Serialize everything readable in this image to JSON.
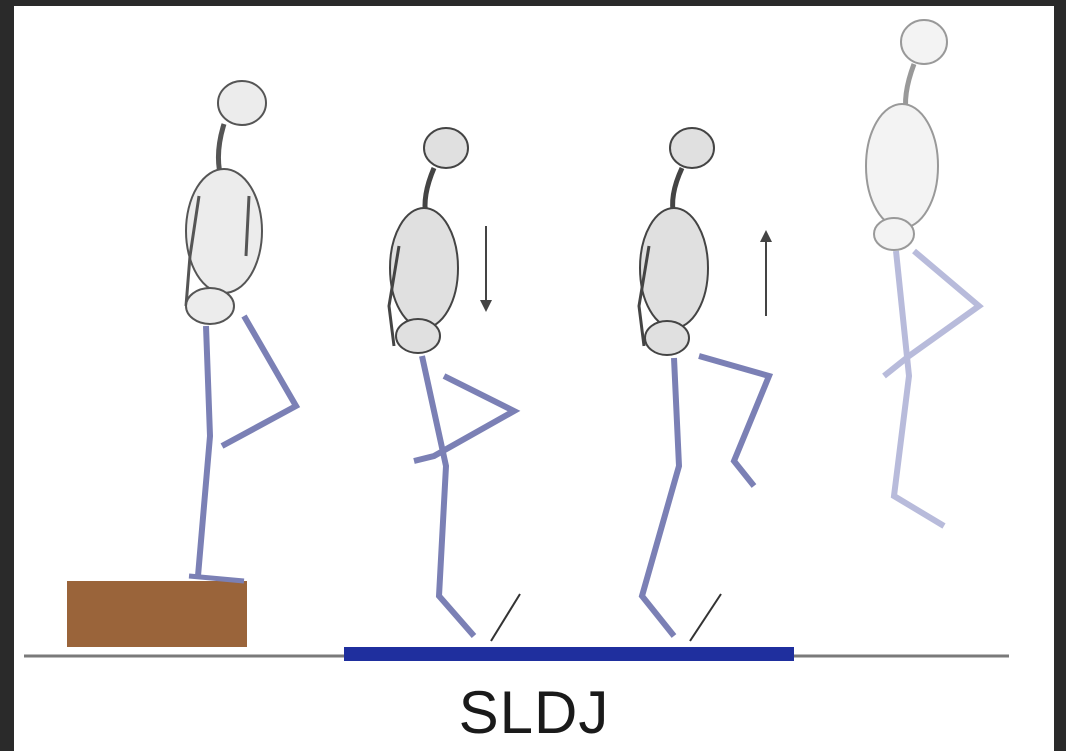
{
  "caption": "SLDJ",
  "colors": {
    "background": "#ffffff",
    "frame": "#2a2a2a",
    "box": "#9a643a",
    "force_plate": "#1f2f9e",
    "ground_line": "#7a7a7a",
    "bone": "#e8e8e8",
    "bone_outline": "#555555",
    "leg_bone": "#d4d6ee",
    "arrow": "#444444"
  },
  "figures": [
    {
      "name": "standing-on-box"
    },
    {
      "name": "landing-descent",
      "arrow": "down"
    },
    {
      "name": "propulsion",
      "arrow": "up"
    },
    {
      "name": "airborne"
    }
  ]
}
